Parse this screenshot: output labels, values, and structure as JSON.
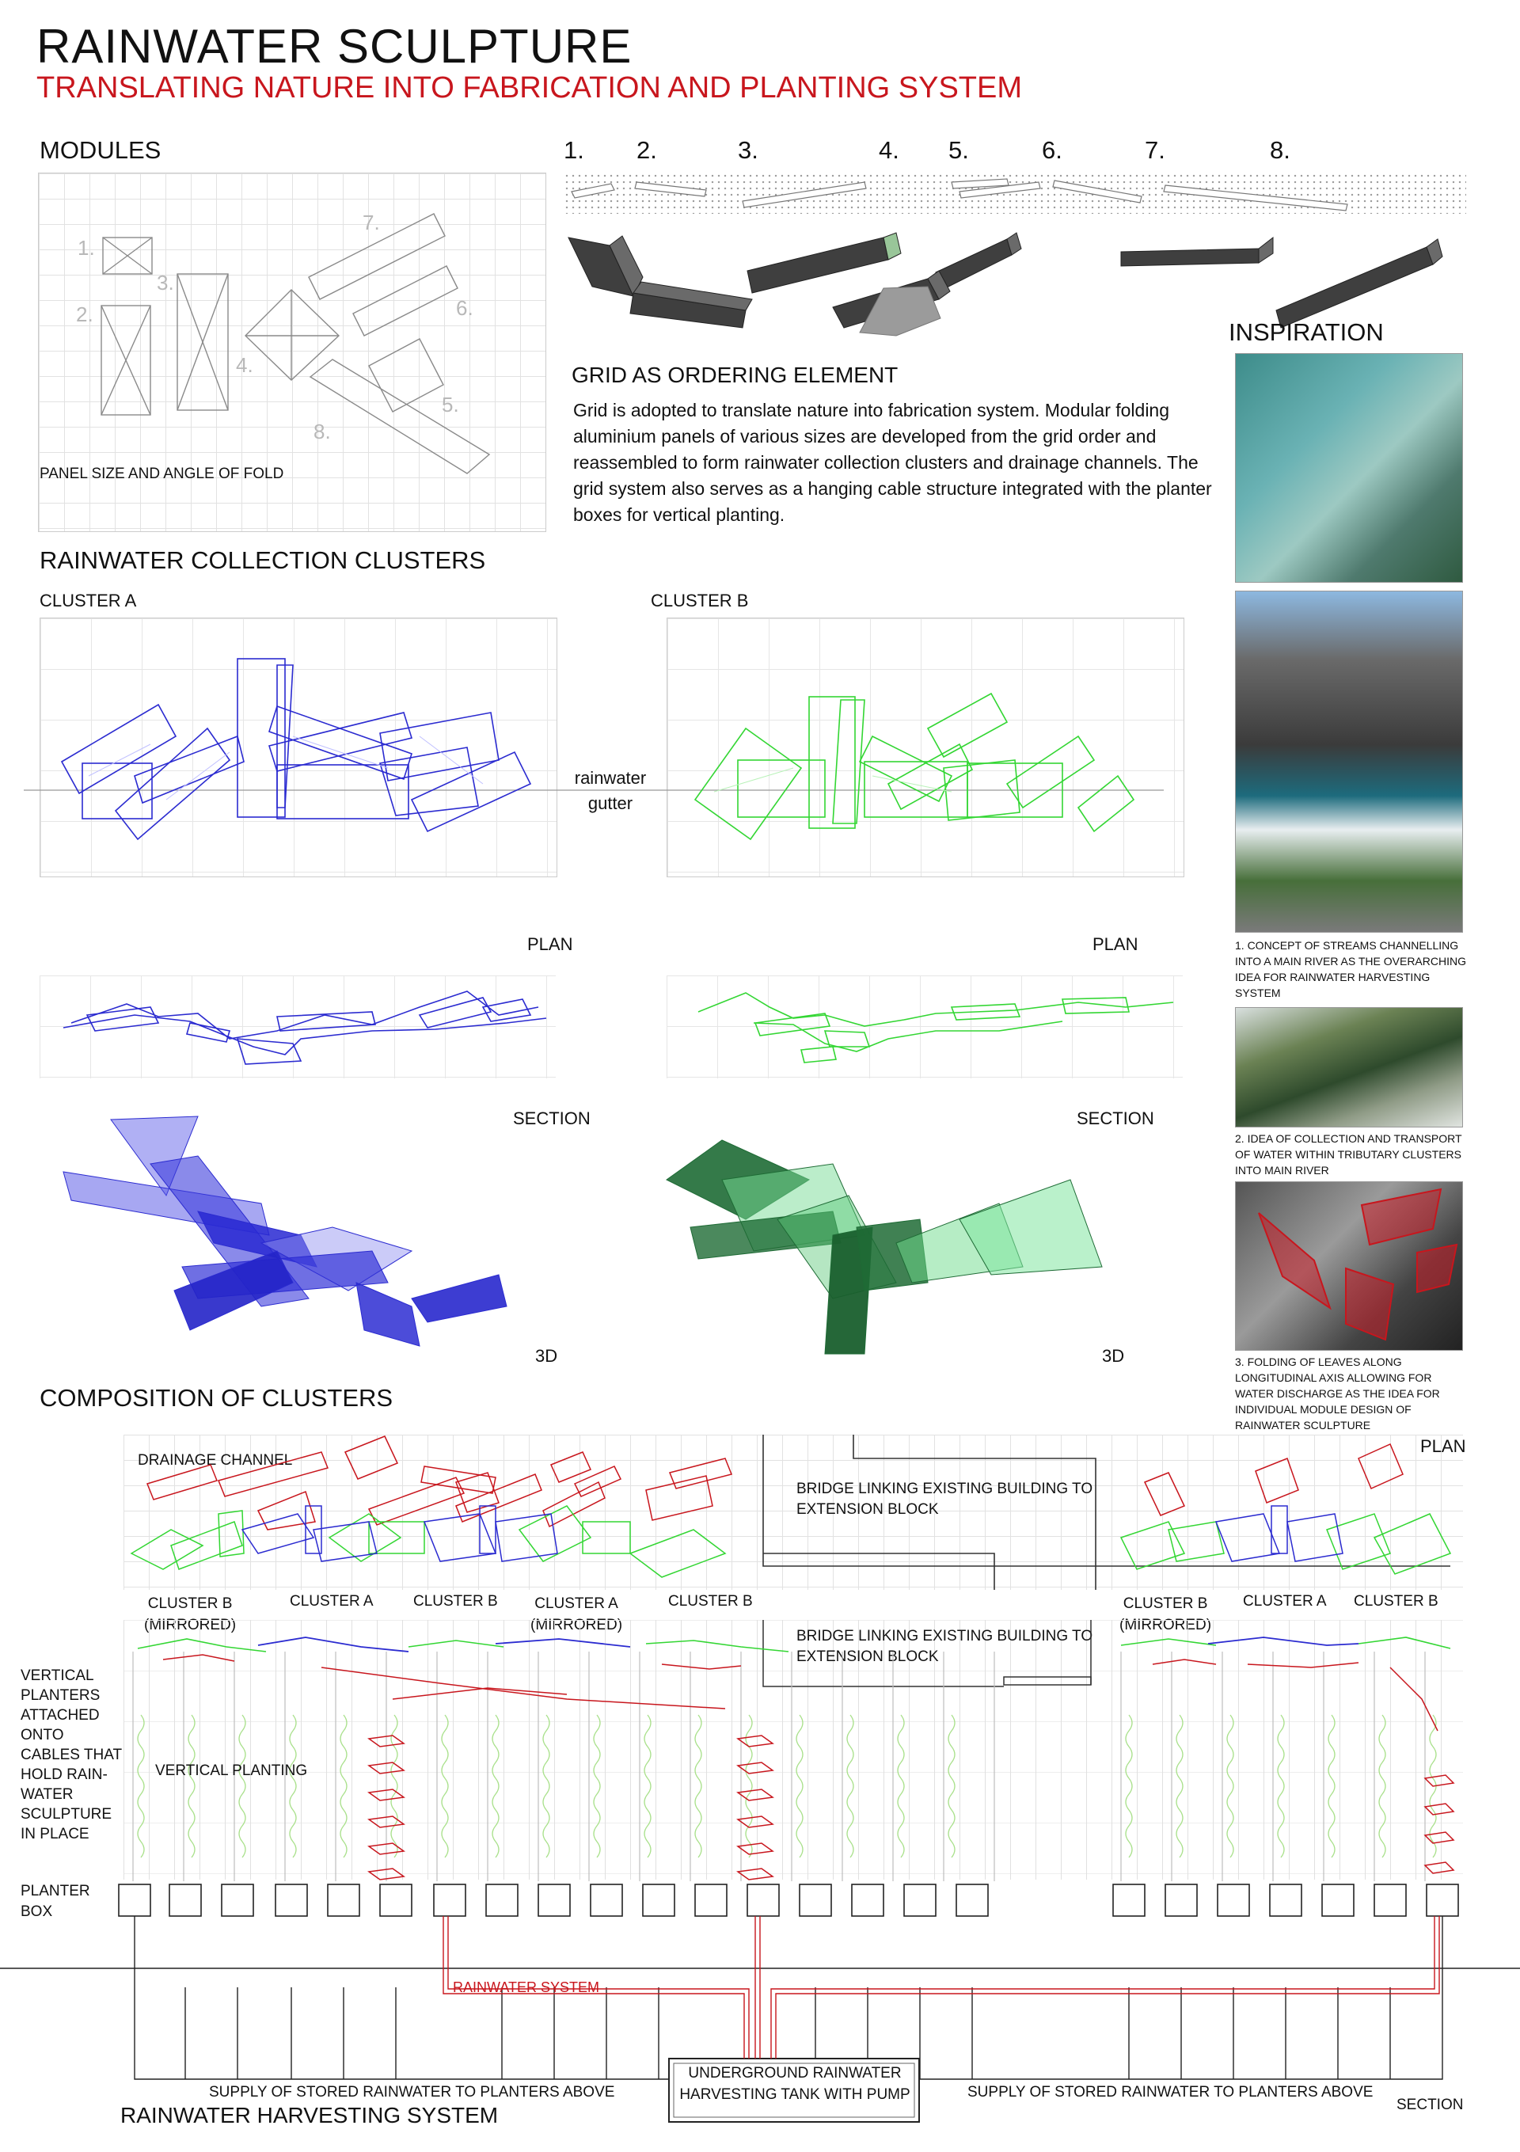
{
  "header": {
    "title": "RAINWATER SCULPTURE",
    "subtitle": "TRANSLATING NATURE INTO FABRICATION AND PLANTING SYSTEM"
  },
  "modules": {
    "heading": "MODULES",
    "panel_label": "PANEL SIZE AND ANGLE OF FOLD",
    "numbers": [
      "1.",
      "2.",
      "3.",
      "4.",
      "5.",
      "6.",
      "7.",
      "8."
    ]
  },
  "grid_ordering": {
    "heading": "GRID AS ORDERING ELEMENT",
    "body": "Grid is adopted to translate nature into fabrication system. Modular folding aluminium panels of various sizes are developed from the grid order and reassembled to form rainwater collection clusters and drainage channels. The grid system also serves as a hanging cable structure integrated with the planter boxes for vertical planting."
  },
  "inspiration": {
    "heading": "INSPIRATION",
    "caption1": "1. CONCEPT OF STREAMS CHANNELLING INTO A MAIN RIVER AS THE OVERARCHING IDEA FOR RAINWATER HARVESTING SYSTEM",
    "caption2": "2. IDEA OF COLLECTION AND TRANSPORT OF WATER WITHIN TRIBUTARY CLUSTERS INTO MAIN RIVER",
    "caption3": "3. FOLDING OF LEAVES ALONG LONGITUDINAL AXIS ALLOWING FOR WATER DISCHARGE AS THE IDEA FOR INDIVIDUAL MODULE DESIGN OF RAINWATER SCULPTURE"
  },
  "clusters": {
    "heading": "RAINWATER COLLECTION CLUSTERS",
    "cluster_a": "CLUSTER A",
    "cluster_b": "CLUSTER B",
    "gutter_line1": "rainwater",
    "gutter_line2": "gutter",
    "plan": "PLAN",
    "section": "SECTION",
    "three_d": "3D"
  },
  "composition": {
    "heading": "COMPOSITION OF CLUSTERS",
    "plan": "PLAN",
    "drainage_channel": "DRAINAGE CHANNEL",
    "bridge_line1": "BRIDGE LINKING EXISTING BUILDING TO",
    "bridge_line2": "EXTENSION BLOCK",
    "cluster_labels": [
      {
        "l1": "CLUSTER B",
        "l2": "(MIRRORED)"
      },
      {
        "l1": "CLUSTER A",
        "l2": ""
      },
      {
        "l1": "CLUSTER B",
        "l2": ""
      },
      {
        "l1": "CLUSTER A",
        "l2": "(MIRRORED)"
      },
      {
        "l1": "CLUSTER B",
        "l2": ""
      },
      {
        "l1": "CLUSTER B",
        "l2": "(MIRRORED)"
      },
      {
        "l1": "CLUSTER A",
        "l2": ""
      },
      {
        "l1": "CLUSTER B",
        "l2": ""
      }
    ],
    "vertical_planters": [
      "VERTICAL",
      "PLANTERS",
      "ATTACHED",
      "ONTO",
      "CABLES THAT",
      "HOLD RAIN-",
      "WATER",
      "SCULPTURE",
      "IN PLACE"
    ],
    "vertical_planting": "VERTICAL PLANTING",
    "planter_box_l1": "PLANTER",
    "planter_box_l2": "BOX",
    "rainwater_system": "RAINWATER SYSTEM",
    "tank_l1": "UNDERGROUND RAINWATER",
    "tank_l2": "HARVESTING TANK WITH PUMP",
    "supply_left": "SUPPLY OF STORED RAINWATER TO PLANTERS ABOVE",
    "supply_right": "SUPPLY OF STORED RAINWATER TO PLANTERS ABOVE",
    "section": "SECTION",
    "harvesting": "RAINWATER HARVESTING SYSTEM"
  },
  "colors": {
    "red": "#c8161d",
    "blue": "#2b2bd0",
    "green": "#33d633",
    "dark_green": "#1e6b35",
    "panel_grey": "#444444"
  }
}
